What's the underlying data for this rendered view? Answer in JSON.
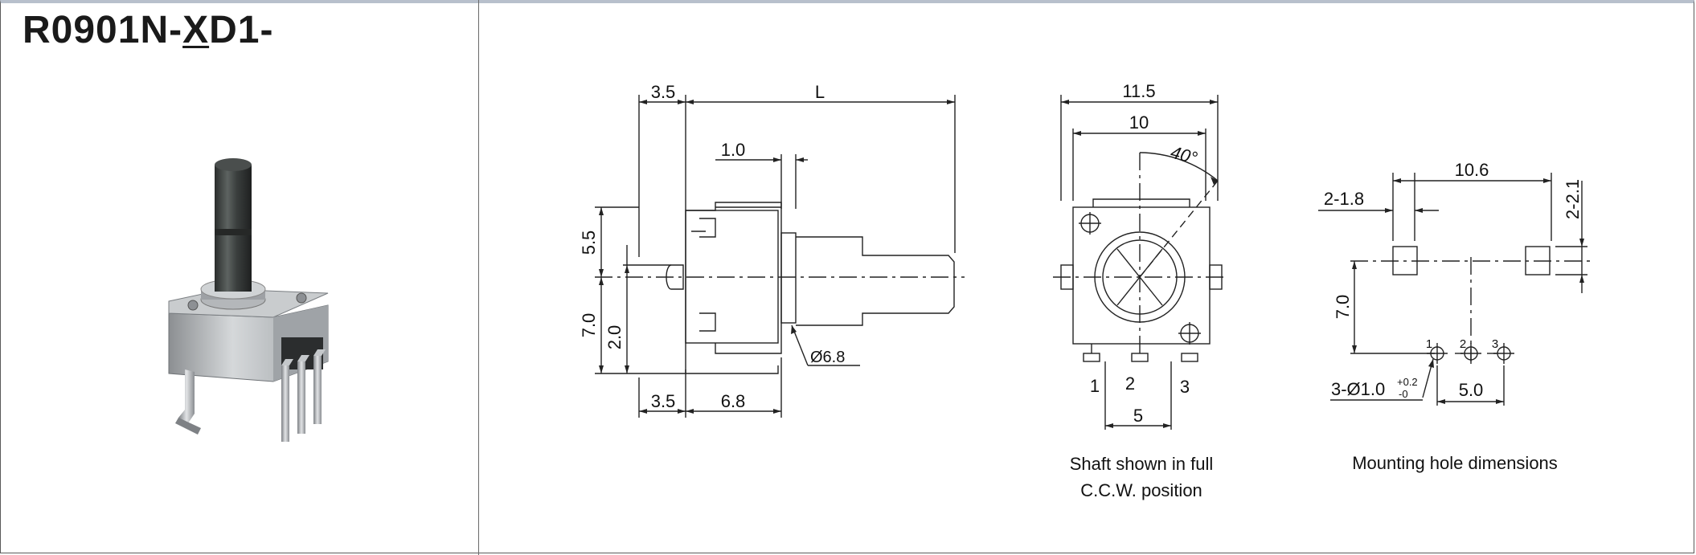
{
  "title": {
    "prefix": "R0901N-",
    "underlined": "X",
    "suffix": "D1-"
  },
  "side_view": {
    "dim_top_left": "3.5",
    "dim_length": "L",
    "dim_tip": "1.0",
    "dim_upper": "5.5",
    "dim_lower": "7.0",
    "dim_pin": "2.0",
    "dim_shaft_dia": "Ø6.8",
    "dim_bottom_left": "3.5",
    "dim_bottom_body": "6.8"
  },
  "front_view": {
    "dim_outer_width": "11.5",
    "dim_inner_width": "10",
    "dim_angle": "40°",
    "pin1": "1",
    "pin2": "2",
    "pin3": "3",
    "dim_pitch": "5",
    "caption_line1": "Shaft shown in full",
    "caption_line2": "C.C.W. position"
  },
  "mounting_view": {
    "dim_span": "10.6",
    "dim_slot_width": "2-1.8",
    "dim_slot_height": "2-2.1",
    "dim_offset": "7.0",
    "pin1": "1",
    "pin2": "2",
    "pin3": "3",
    "dim_hole_main": "3-Ø1.0",
    "dim_hole_tol_plus": "+0.2",
    "dim_hole_tol_minus": "-0",
    "dim_pitch": "5.0",
    "caption": "Mounting hole dimensions"
  }
}
